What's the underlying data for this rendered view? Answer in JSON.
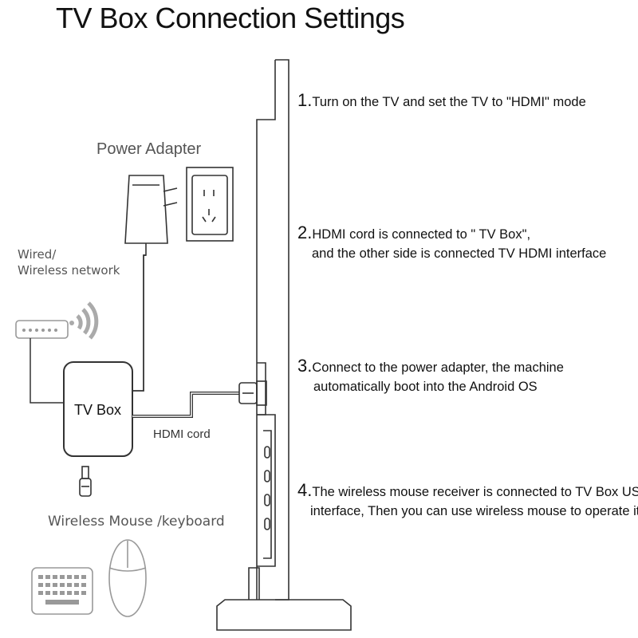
{
  "title": "TV Box Connection Settings",
  "steps": [
    {
      "num": "1.",
      "lines": [
        "Turn on the TV and set the TV to \"HDMI\" mode"
      ]
    },
    {
      "num": "2.",
      "lines": [
        "HDMI cord is connected to \" TV Box\",",
        "and the other side is connected TV HDMI interface"
      ]
    },
    {
      "num": "3.",
      "lines": [
        "Connect to the power adapter, the machine",
        "automatically boot into the Android OS"
      ]
    },
    {
      "num": "4.",
      "lines": [
        "The wireless mouse receiver is connected to TV  Box USB",
        "interface, Then you can use wireless mouse to operate it."
      ]
    }
  ],
  "labels": {
    "power_adapter": "Power Adapter",
    "network_line1": "Wired/",
    "network_line2": "Wireless network",
    "tv_box": "TV Box",
    "hdmi_cord": "HDMI cord",
    "mouse_keyboard": "Wireless Mouse  /keyboard"
  }
}
